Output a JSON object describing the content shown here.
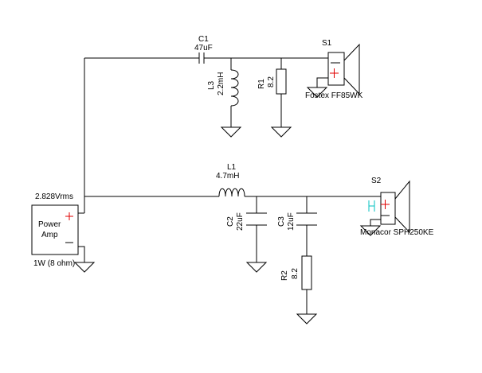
{
  "components": {
    "c1": {
      "ref": "C1",
      "value": "47uF"
    },
    "l3": {
      "ref": "L3",
      "value": "2.2mH"
    },
    "r1": {
      "ref": "R1",
      "value": "8.2"
    },
    "s1": {
      "ref": "S1",
      "model": "Fostex FF85WK"
    },
    "l1": {
      "ref": "L1",
      "value": "4.7mH"
    },
    "c2": {
      "ref": "C2",
      "value": "22uF"
    },
    "c3": {
      "ref": "C3",
      "value": "12uF"
    },
    "r2": {
      "ref": "R2",
      "value": "8.2"
    },
    "s2": {
      "ref": "S2",
      "model": "Monacor SPH250KE"
    },
    "amp": {
      "line1": "Power",
      "line2": "Amp",
      "voltage": "2.828Vrms",
      "power": "1W (8 ohm)"
    }
  },
  "colors": {
    "wire": "#000000",
    "plus": "#e00000",
    "minus": "#000000",
    "cyan": "#00c0c0"
  }
}
